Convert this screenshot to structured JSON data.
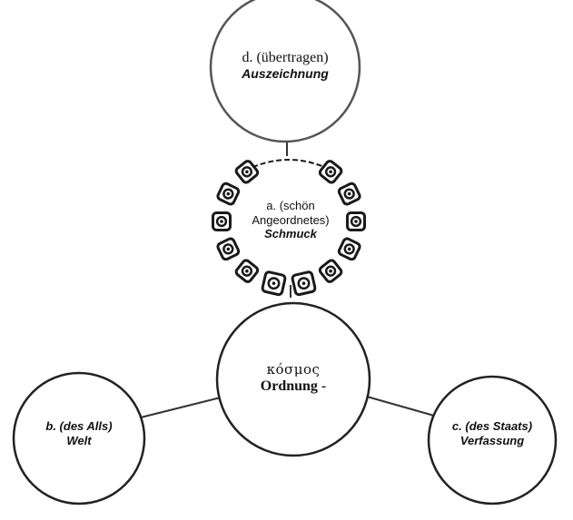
{
  "diagram": {
    "center": {
      "greek": "κόσμος",
      "label": "Ordnung -"
    },
    "top": {
      "line1": "d. (übertragen)",
      "line2": "Auszeichnung"
    },
    "necklace": {
      "line1": "a. (schön",
      "line2": "Angeordnetes)",
      "line3": "Schmuck"
    },
    "left": {
      "line1": "b. (des Alls)",
      "line2": "Welt"
    },
    "right": {
      "line1": "c. (des Staats)",
      "line2": "Verfassung"
    }
  },
  "colors": {
    "stroke": "#333333",
    "necklace": "#1a1a1a"
  },
  "icons": {
    "necklace": "necklace-icon"
  }
}
